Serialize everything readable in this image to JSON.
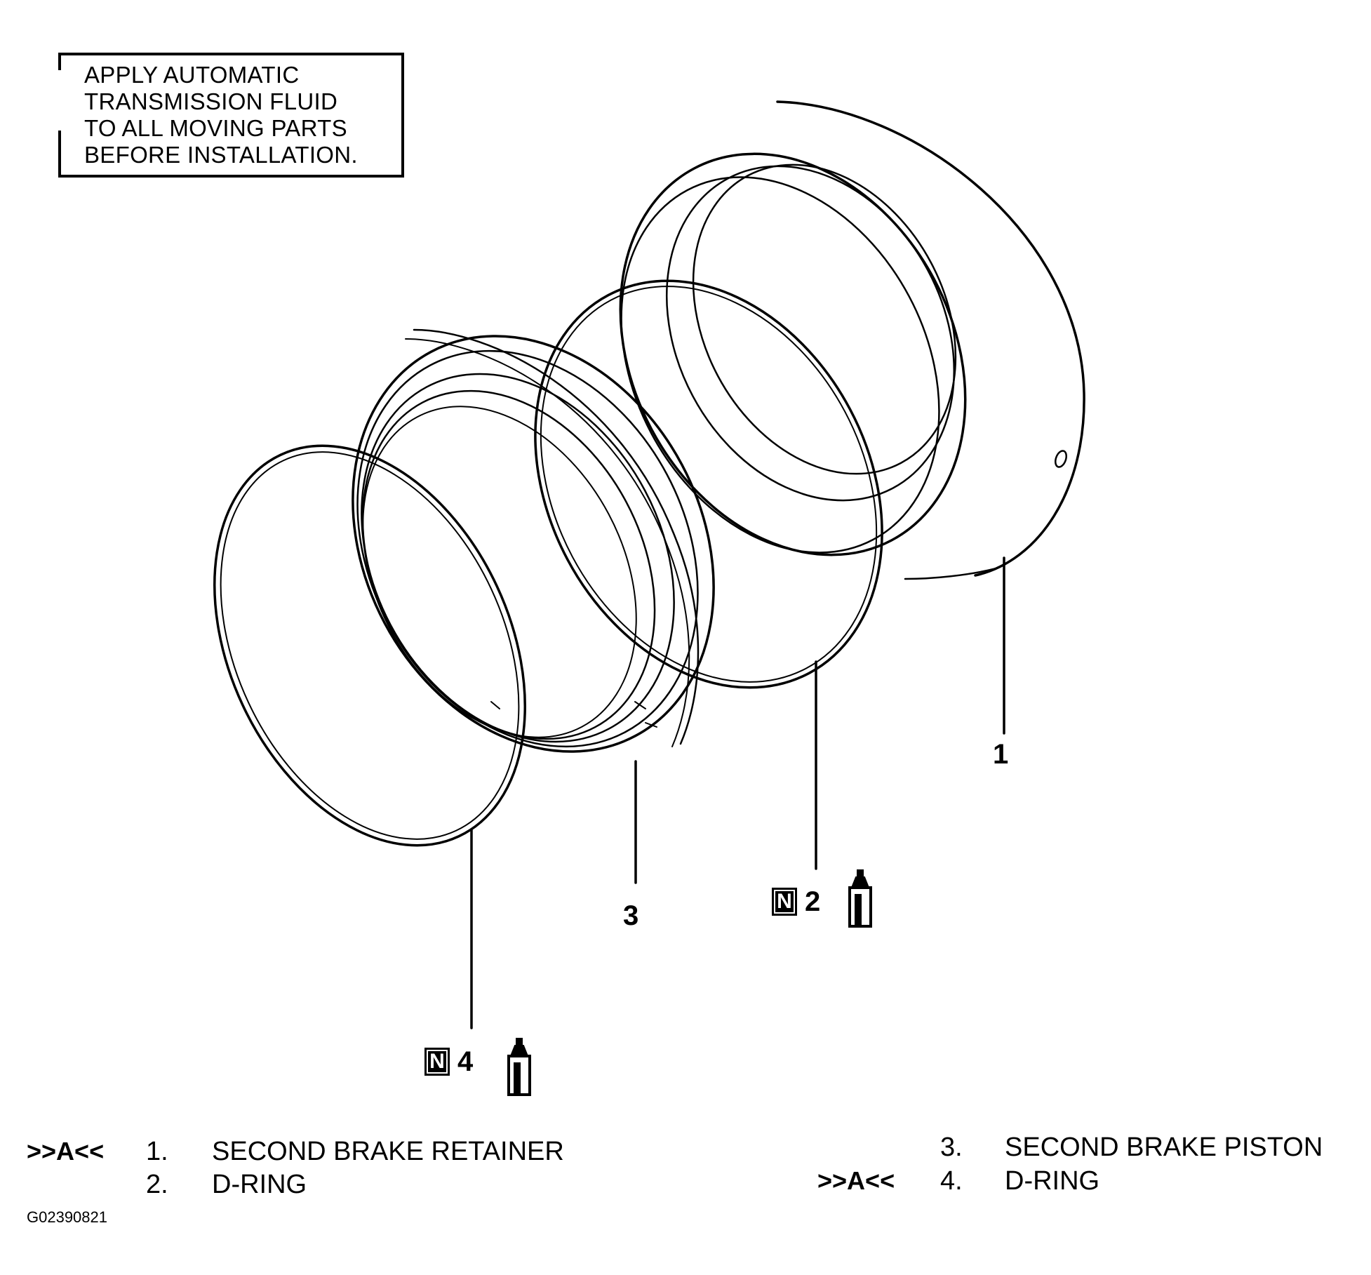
{
  "note": {
    "lines": [
      "APPLY AUTOMATIC",
      "TRANSMISSION FLUID",
      "TO ALL MOVING PARTS",
      "BEFORE INSTALLATION."
    ],
    "icon": "oil-can-icon"
  },
  "callouts": {
    "c1": "1",
    "c2": "2",
    "c3": "3",
    "c4": "4",
    "badge": "N"
  },
  "legend": {
    "mark": ">>A<<",
    "items": [
      {
        "num": "1.",
        "name": "SECOND BRAKE RETAINER"
      },
      {
        "num": "2.",
        "name": "D-RING"
      },
      {
        "num": "3.",
        "name": "SECOND BRAKE PISTON"
      },
      {
        "num": "4.",
        "name": "D-RING"
      }
    ]
  },
  "figure_id": "G02390821"
}
